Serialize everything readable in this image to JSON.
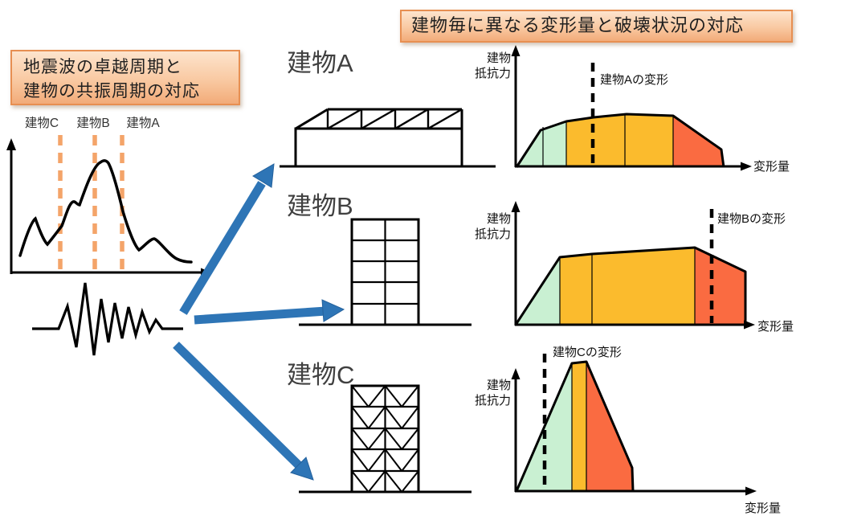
{
  "titles": {
    "left_line1": "地震波の卓越周期と",
    "left_line2": "建物の共振周期の対応",
    "right": "建物毎に異なる変形量と破壊状況の対応"
  },
  "spectrum": {
    "labels": [
      "建物C",
      "建物B",
      "建物A"
    ]
  },
  "buildings": {
    "a": "建物A",
    "b": "建物B",
    "c": "建物C"
  },
  "charts": {
    "y_label_line1": "建物",
    "y_label_line2": "抵抗力",
    "x_label": "変形量",
    "dash_a": "建物Aの変形",
    "dash_b": "建物Bの変形",
    "dash_c": "建物Cの変形"
  },
  "colors": {
    "callout_border": "#e78f52",
    "callout_fill_top": "#fde4cd",
    "callout_fill_bottom": "#f2ab79",
    "dashed_orange": "#f4a469",
    "arrow_blue": "#2e75b6",
    "region_green": "#c9f0d2",
    "region_yellow": "#fbbb2d",
    "region_red": "#fa6b41"
  }
}
